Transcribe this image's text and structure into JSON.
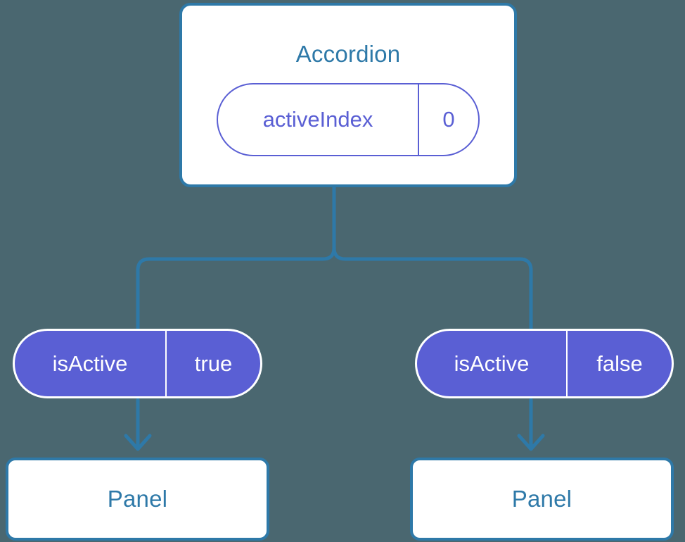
{
  "diagram": {
    "type": "component-tree",
    "background_color": "#4a6770",
    "accent_blue": "#2e79a8",
    "accent_purple": "#5a5fd4",
    "root": {
      "name": "root-component",
      "title": "Accordion",
      "state_pill": {
        "key": "activeIndex",
        "value": "0",
        "style": "outline"
      }
    },
    "branches": [
      {
        "name": "branch-left",
        "prop_pill": {
          "key": "isActive",
          "value": "true",
          "style": "filled"
        },
        "child": {
          "title": "Panel"
        }
      },
      {
        "name": "branch-right",
        "prop_pill": {
          "key": "isActive",
          "value": "false",
          "style": "filled"
        },
        "child": {
          "title": "Panel"
        }
      }
    ]
  }
}
